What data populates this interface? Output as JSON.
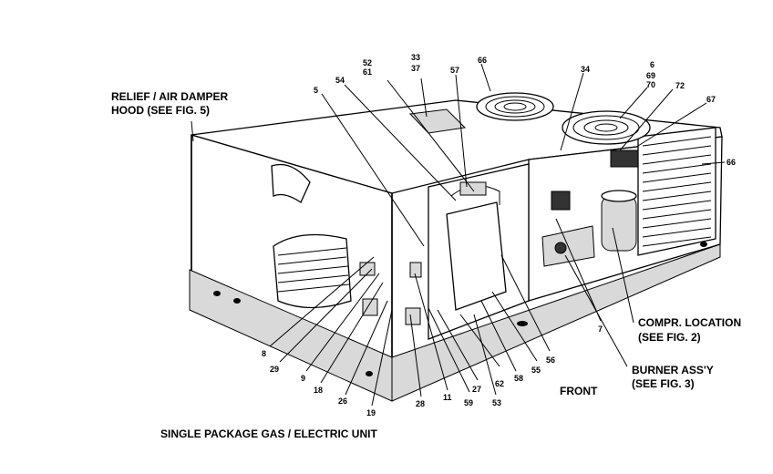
{
  "callouts": {
    "relief_hood_1": "RELIEF / AIR DAMPER",
    "relief_hood_2": "HOOD (SEE FIG. 5)",
    "compr_location_1": "COMPR. LOCATION",
    "compr_location_2": "(SEE FIG. 2)",
    "burner_assy_1": "BURNER ASS'Y",
    "burner_assy_2": "(SEE FIG. 3)",
    "front": "FRONT",
    "caption": "SINGLE PACKAGE GAS / ELECTRIC UNIT"
  },
  "part_numbers": {
    "n52": "52",
    "n61": "61",
    "n33": "33",
    "n37": "37",
    "n66a": "66",
    "n34": "34",
    "n6a": "6",
    "n69": "69",
    "n70": "70",
    "n72": "72",
    "n67": "67",
    "n66b": "66",
    "n5": "5",
    "n54": "54",
    "n57": "57",
    "n8": "8",
    "n29": "29",
    "n9": "9",
    "n18": "18",
    "n26": "26",
    "n19": "19",
    "n28": "28",
    "n11": "11",
    "n59": "59",
    "n27": "27",
    "n62": "62",
    "n53": "53",
    "n58": "58",
    "n55": "55",
    "n56": "56",
    "n7": "7"
  }
}
